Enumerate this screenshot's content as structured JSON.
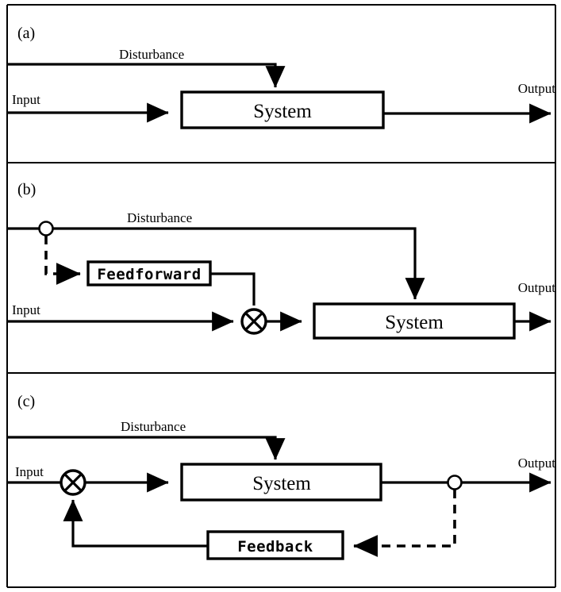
{
  "figure": {
    "type": "block-diagram",
    "description": "Control system block diagrams: open loop, feedforward control, and feedback control",
    "panel_count": 3,
    "colors": {
      "line": "#000000",
      "block_fill": "#ffffff",
      "background": "#ffffff"
    }
  },
  "panels": [
    {
      "id": "a",
      "label": "(a)",
      "scheme": "open-loop",
      "labels": {
        "disturbance": "Disturbance",
        "input": "Input",
        "output": "Output"
      },
      "blocks": [
        {
          "name": "system",
          "text": "System"
        }
      ],
      "connections": [
        {
          "from": "input",
          "to": "system",
          "style": "solid"
        },
        {
          "from": "disturbance",
          "to": "system",
          "style": "solid"
        },
        {
          "from": "system",
          "to": "output",
          "style": "solid"
        }
      ]
    },
    {
      "id": "b",
      "label": "(b)",
      "scheme": "feedforward",
      "labels": {
        "disturbance": "Disturbance",
        "input": "Input",
        "output": "Output"
      },
      "blocks": [
        {
          "name": "feedforward",
          "text": "Feedforward"
        },
        {
          "name": "system",
          "text": "System"
        }
      ],
      "junctions": [
        {
          "name": "disturbance-pickoff",
          "symbol": "circle"
        },
        {
          "name": "summing-junction",
          "symbol": "cross-circle"
        }
      ],
      "connections": [
        {
          "from": "disturbance-pickoff",
          "to": "feedforward",
          "style": "dashed"
        },
        {
          "from": "feedforward",
          "to": "summing-junction",
          "style": "solid"
        },
        {
          "from": "input",
          "to": "summing-junction",
          "style": "solid"
        },
        {
          "from": "summing-junction",
          "to": "system",
          "style": "solid"
        },
        {
          "from": "disturbance",
          "to": "system",
          "style": "solid"
        },
        {
          "from": "system",
          "to": "output",
          "style": "solid"
        }
      ]
    },
    {
      "id": "c",
      "label": "(c)",
      "scheme": "feedback",
      "labels": {
        "disturbance": "Disturbance",
        "input": "Input",
        "output": "Output"
      },
      "blocks": [
        {
          "name": "system",
          "text": "System"
        },
        {
          "name": "feedback",
          "text": "Feedback"
        }
      ],
      "junctions": [
        {
          "name": "summing-junction",
          "symbol": "cross-circle"
        },
        {
          "name": "output-pickoff",
          "symbol": "circle"
        }
      ],
      "connections": [
        {
          "from": "input",
          "to": "summing-junction",
          "style": "solid"
        },
        {
          "from": "summing-junction",
          "to": "system",
          "style": "solid"
        },
        {
          "from": "disturbance",
          "to": "system",
          "style": "solid"
        },
        {
          "from": "system",
          "to": "output-pickoff",
          "style": "solid"
        },
        {
          "from": "output-pickoff",
          "to": "output",
          "style": "solid"
        },
        {
          "from": "output-pickoff",
          "to": "feedback",
          "style": "dashed"
        },
        {
          "from": "feedback",
          "to": "summing-junction",
          "style": "solid"
        }
      ]
    }
  ]
}
